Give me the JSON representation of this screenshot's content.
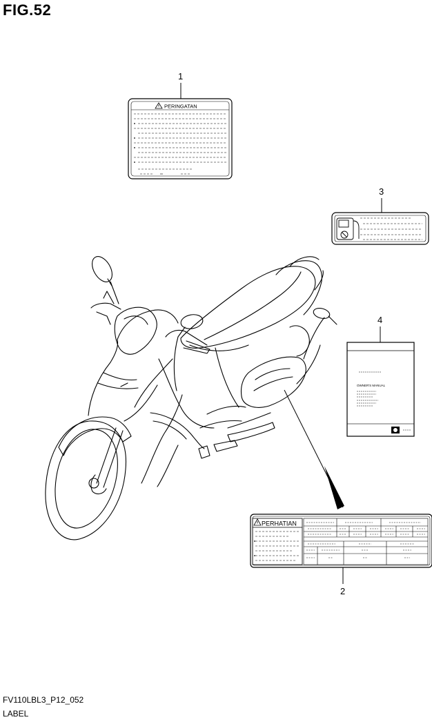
{
  "figure": {
    "title": "FIG.52",
    "code": "FV110LBL3_P12_052",
    "name": "LABEL"
  },
  "callouts": [
    {
      "number": "1"
    },
    {
      "number": "2"
    },
    {
      "number": "3"
    },
    {
      "number": "4"
    }
  ],
  "labels": {
    "warning_label_1": {
      "heading": "PERINGATAN"
    },
    "warning_label_2": {
      "heading": "PERHATIAN"
    },
    "owners_manual": {
      "heading": "OWNER'S MANUAL"
    }
  },
  "icons": [
    "warning-triangle-icon",
    "fuel-pump-icon",
    "brand-logo-icon"
  ]
}
